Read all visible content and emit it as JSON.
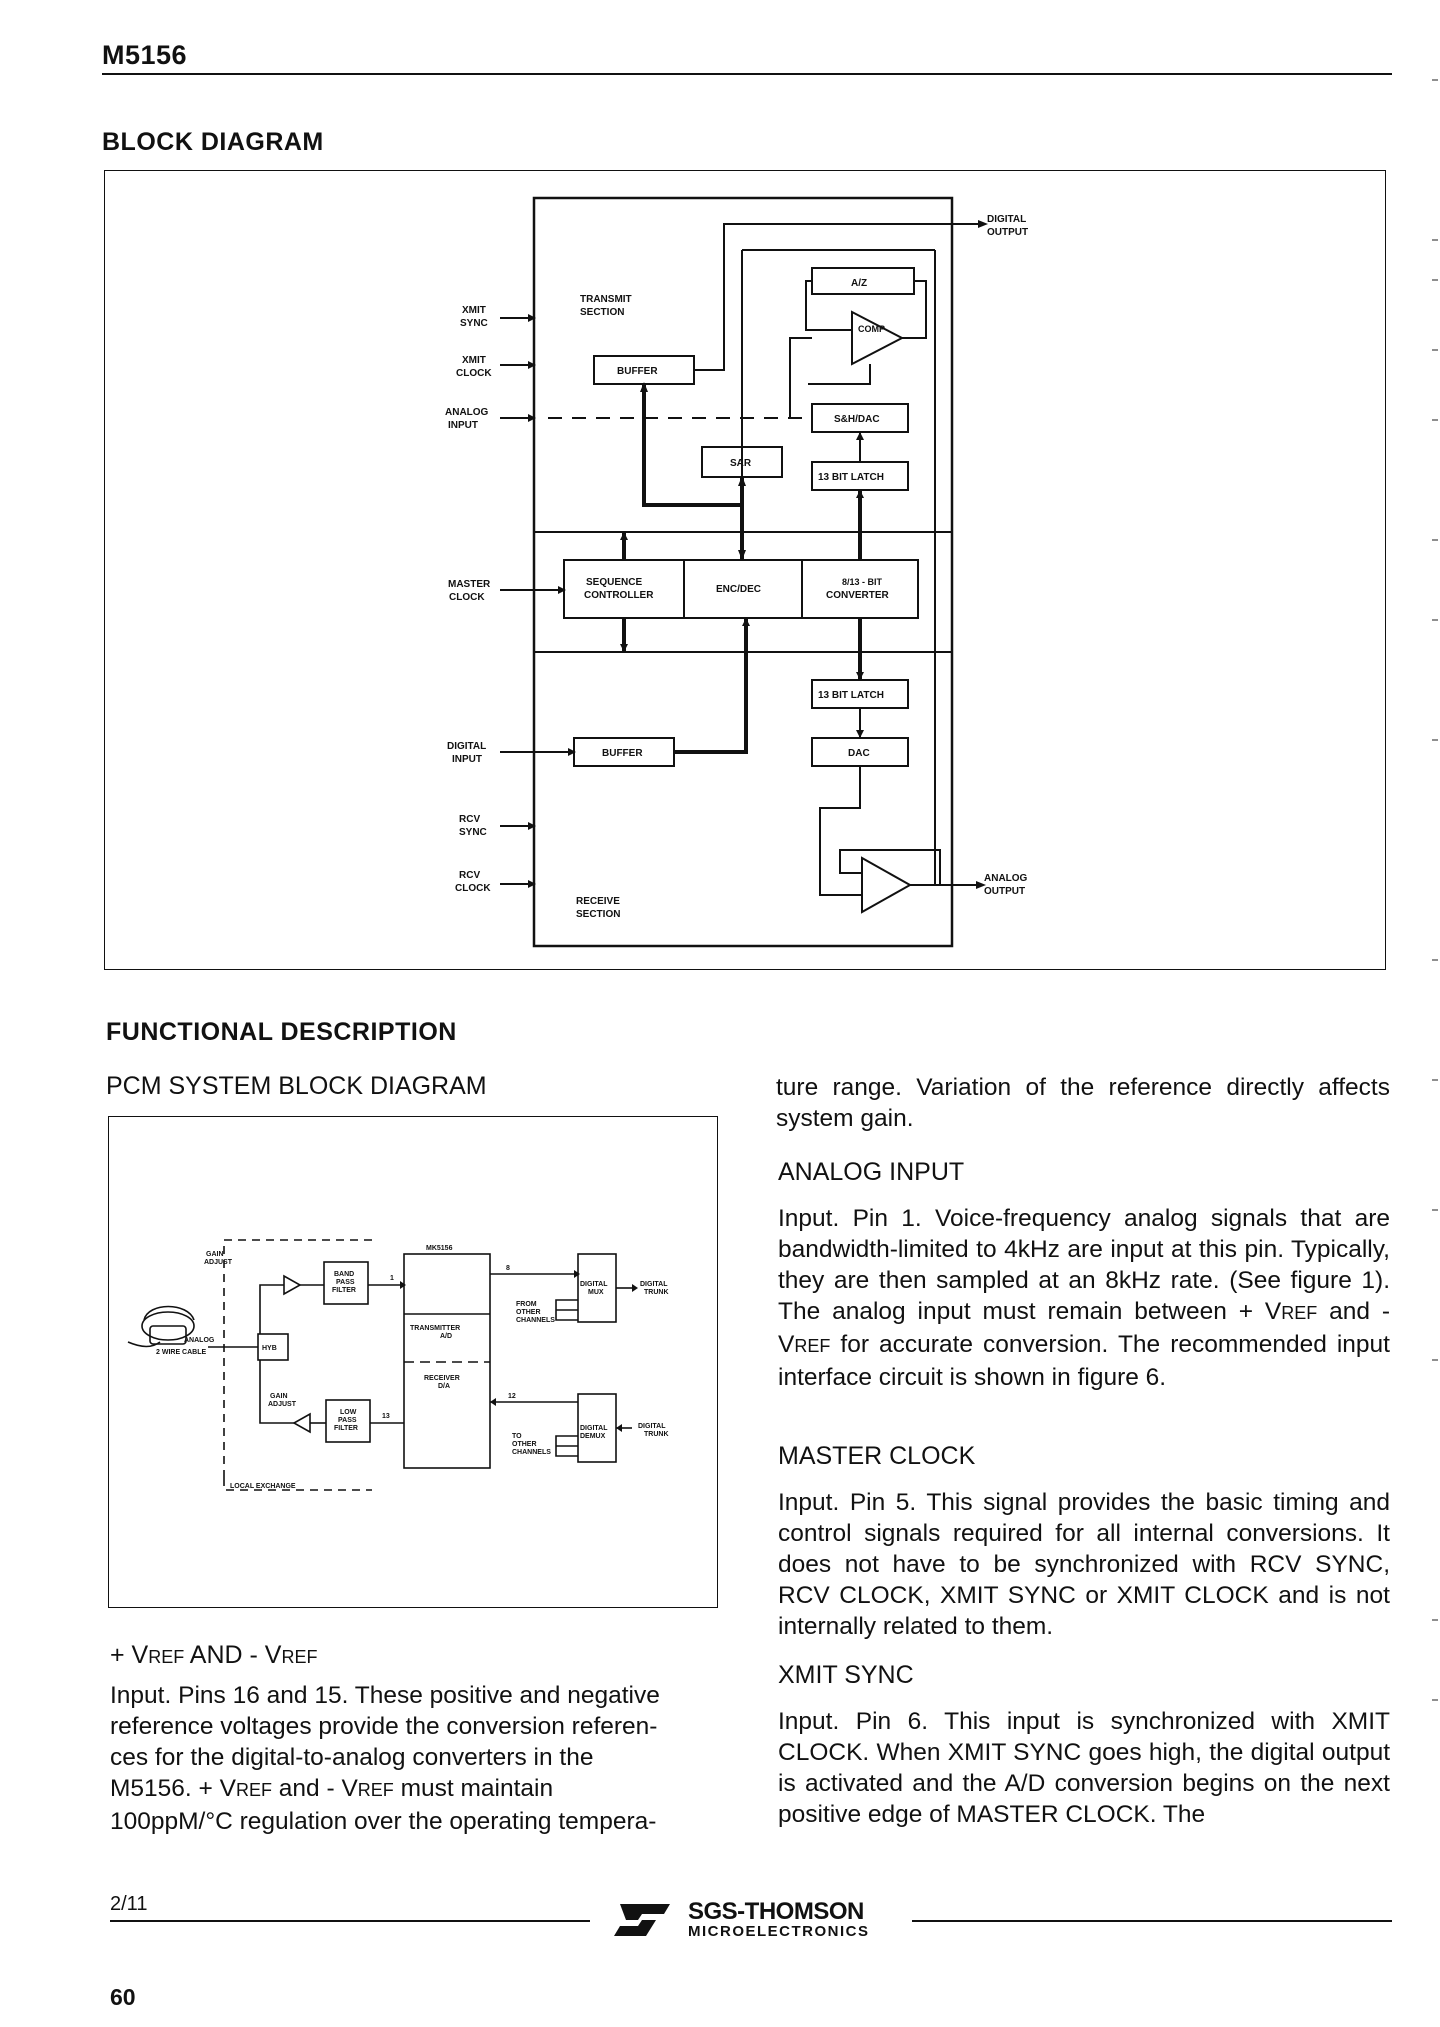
{
  "header": {
    "part_number": "M5156"
  },
  "block_diagram": {
    "title": "BLOCK DIAGRAM",
    "labels": {
      "digital_output": [
        "DIGITAL",
        "OUTPUT"
      ],
      "xmit_sync": [
        "XMIT",
        "SYNC"
      ],
      "xmit_clock": [
        "XMIT",
        "CLOCK"
      ],
      "analog_input": [
        "ANALOG",
        "INPUT"
      ],
      "master_clock": [
        "MASTER",
        "CLOCK"
      ],
      "digital_input": [
        "DIGITAL",
        "INPUT"
      ],
      "rcv_sync": [
        "RCV",
        "SYNC"
      ],
      "rcv_clock": [
        "RCV",
        "CLOCK"
      ],
      "analog_output": [
        "ANALOG",
        "OUTPUT"
      ],
      "transmit_section": [
        "TRANSMIT",
        "SECTION"
      ],
      "receive_section": [
        "RECEIVE",
        "SECTION"
      ],
      "buffer_tx": "BUFFER",
      "az": "A/Z",
      "comp": "COMP",
      "sh_dac": "S&H/DAC",
      "sar": "SAR",
      "latch_tx": "13 BIT LATCH",
      "sequence_controller": [
        "SEQUENCE",
        "CONTROLLER"
      ],
      "enc_dec": "ENC/DEC",
      "converter": [
        "8/13 - BIT",
        "CONVERTER"
      ],
      "latch_rx": "13 BIT LATCH",
      "dac": "DAC",
      "buffer_rx": "BUFFER"
    }
  },
  "functional_description": {
    "title": "FUNCTIONAL DESCRIPTION",
    "pcm_title": "PCM SYSTEM BLOCK DIAGRAM",
    "pcm_labels": {
      "gain_adjust_top": [
        "GAIN",
        "ADJUST"
      ],
      "band_pass": [
        "BAND",
        "PASS",
        "FILTER"
      ],
      "mk5156": "MK5156",
      "transmitter": [
        "TRANSMITTER",
        "A/D"
      ],
      "receiver": [
        "RECEIVER",
        "D/A"
      ],
      "digital_mux": [
        "DIGITAL",
        "MUX"
      ],
      "digital_trunk_top": [
        "DIGITAL",
        "TRUNK"
      ],
      "from_other": [
        "FROM",
        "OTHER",
        "CHANNELS"
      ],
      "hyb": "HYB",
      "analog_cable": [
        "ANALOG",
        "2 WIRE CABLE"
      ],
      "gain_adjust_bottom": [
        "GAIN",
        "ADJUST"
      ],
      "low_pass": [
        "LOW",
        "PASS",
        "FILTER"
      ],
      "digital_demux": [
        "DIGITAL",
        "DEMUX"
      ],
      "digital_trunk_bottom": [
        "DIGITAL",
        "TRUNK"
      ],
      "to_other": [
        "TO",
        "OTHER",
        "CHANNELS"
      ],
      "local_exchange": "LOCAL EXCHANGE",
      "num_8": "8",
      "num_1": "1",
      "num_13": "13",
      "num_12": "12"
    },
    "vref": {
      "plus": "+ V",
      "ref_sub": "REF",
      "and_minus": " AND - V",
      "ref_sub2": "REF",
      "text_line1": "Input. Pins 16 and 15. These positive and negative",
      "text_line2": "reference voltages provide the conversion referen-",
      "text_line3": "ces for the digital-to-analog converters in the",
      "text_line4_a": "M5156. + V",
      "text_line4_b": " and - V",
      "text_line4_c": " must maintain",
      "text_line5": "100ppM/°C regulation over the operating tempera-"
    },
    "right_column": {
      "continuation": "ture range. Variation of the reference directly affects system gain.",
      "analog_input_head": "ANALOG INPUT",
      "analog_input_body_a": "Input. Pin 1. Voice-frequency analog signals that are bandwidth-limited to 4kHz are input at this pin. Typically, they are then sampled at an 8kHz rate. (See figure 1). The analog input must remain between + V",
      "analog_input_body_b": " and - V",
      "analog_input_body_c": " for accurate conversion. The recommended input interface circuit is shown in figure 6.",
      "master_clock_head": "MASTER CLOCK",
      "master_clock_body": "Input. Pin 5. This signal provides the basic timing and control signals required for all internal conversions. It does not have to be synchronized with RCV SYNC, RCV CLOCK, XMIT SYNC or XMIT CLOCK and is not internally related to them.",
      "xmit_sync_head": "XMIT SYNC",
      "xmit_sync_body": "Input. Pin 6. This input is synchronized with XMIT CLOCK. When XMIT SYNC goes high, the digital output is activated and the A/D conversion begins on the next positive edge of MASTER CLOCK. The"
    }
  },
  "footer": {
    "page_ref": "2/11",
    "page_number": "60",
    "brand": "SGS-THOMSON",
    "brand_sub": "MICROELECTRONICS"
  }
}
